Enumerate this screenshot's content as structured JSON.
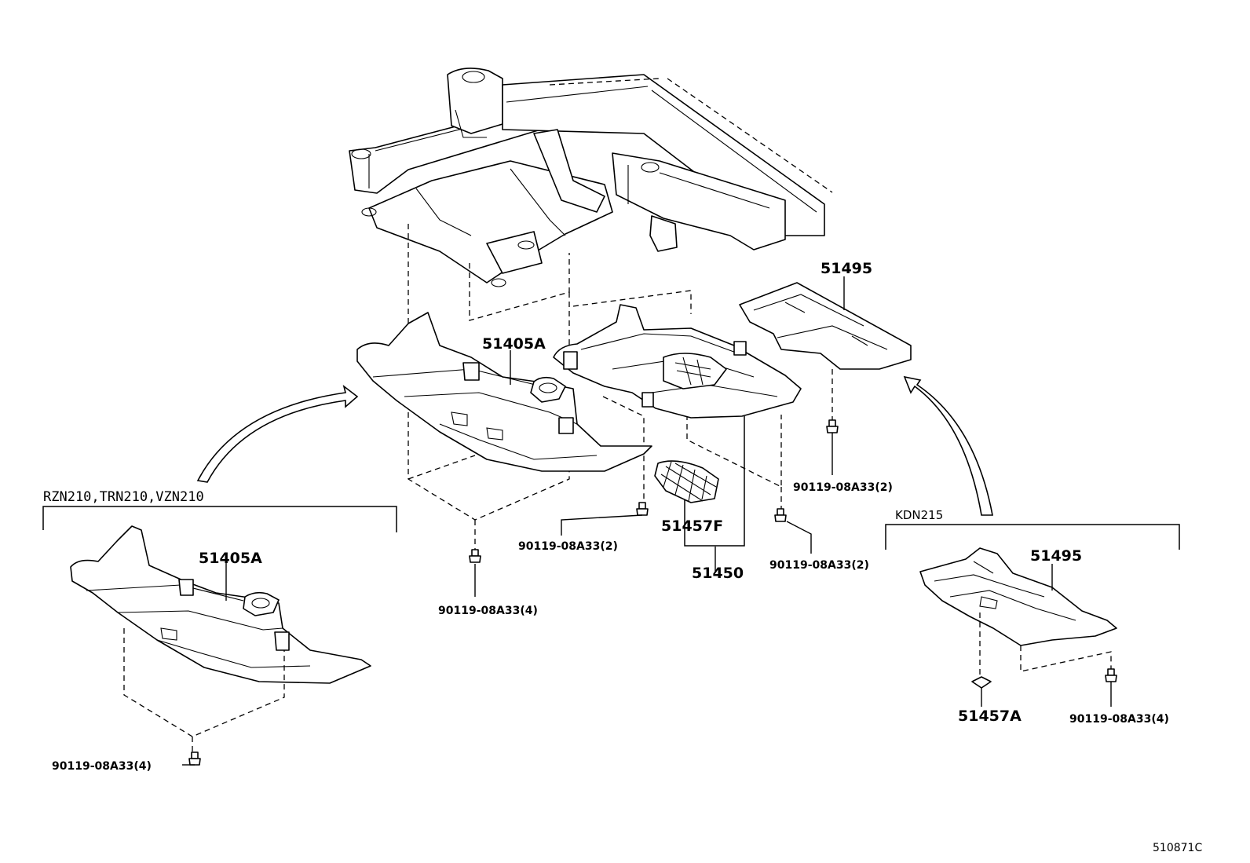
{
  "group_labels": {
    "left_models": "RZN210,TRN210,VZN210",
    "right_models": "KDN215"
  },
  "parts": {
    "p51405a_main": "51405A",
    "p51405a_left": "51405A",
    "p51495_top": "51495",
    "p51495_right": "51495",
    "p51457f": "51457F",
    "p51450": "51450",
    "p51457a": "51457A"
  },
  "bolts": {
    "b_center_4": "90119-08A33(4)",
    "b_center_2": "90119-08A33(2)",
    "b_mid_2": "90119-08A33(2)",
    "b_top_2": "90119-08A33(2)",
    "b_left_4": "90119-08A33(4)",
    "b_right_4": "90119-08A33(4)"
  },
  "figure_code": "510871C"
}
